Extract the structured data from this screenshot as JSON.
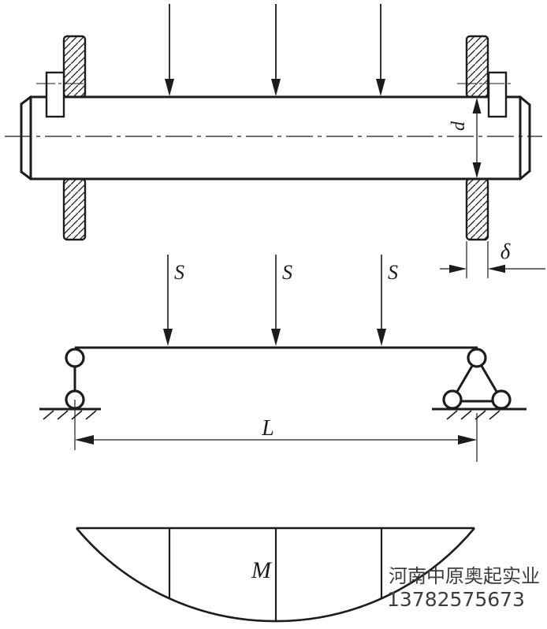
{
  "drawing": {
    "line_color": "#1c1c1c",
    "load_labels": [
      "S",
      "S",
      "S"
    ],
    "shaft_diameter_label": "d",
    "wall_thickness_label": "δ",
    "span_label": "L",
    "moment_label": "M",
    "watermark": {
      "line1": "河南中原奥起实业",
      "line2": "13782575673",
      "color": "#3d3d3d"
    }
  }
}
